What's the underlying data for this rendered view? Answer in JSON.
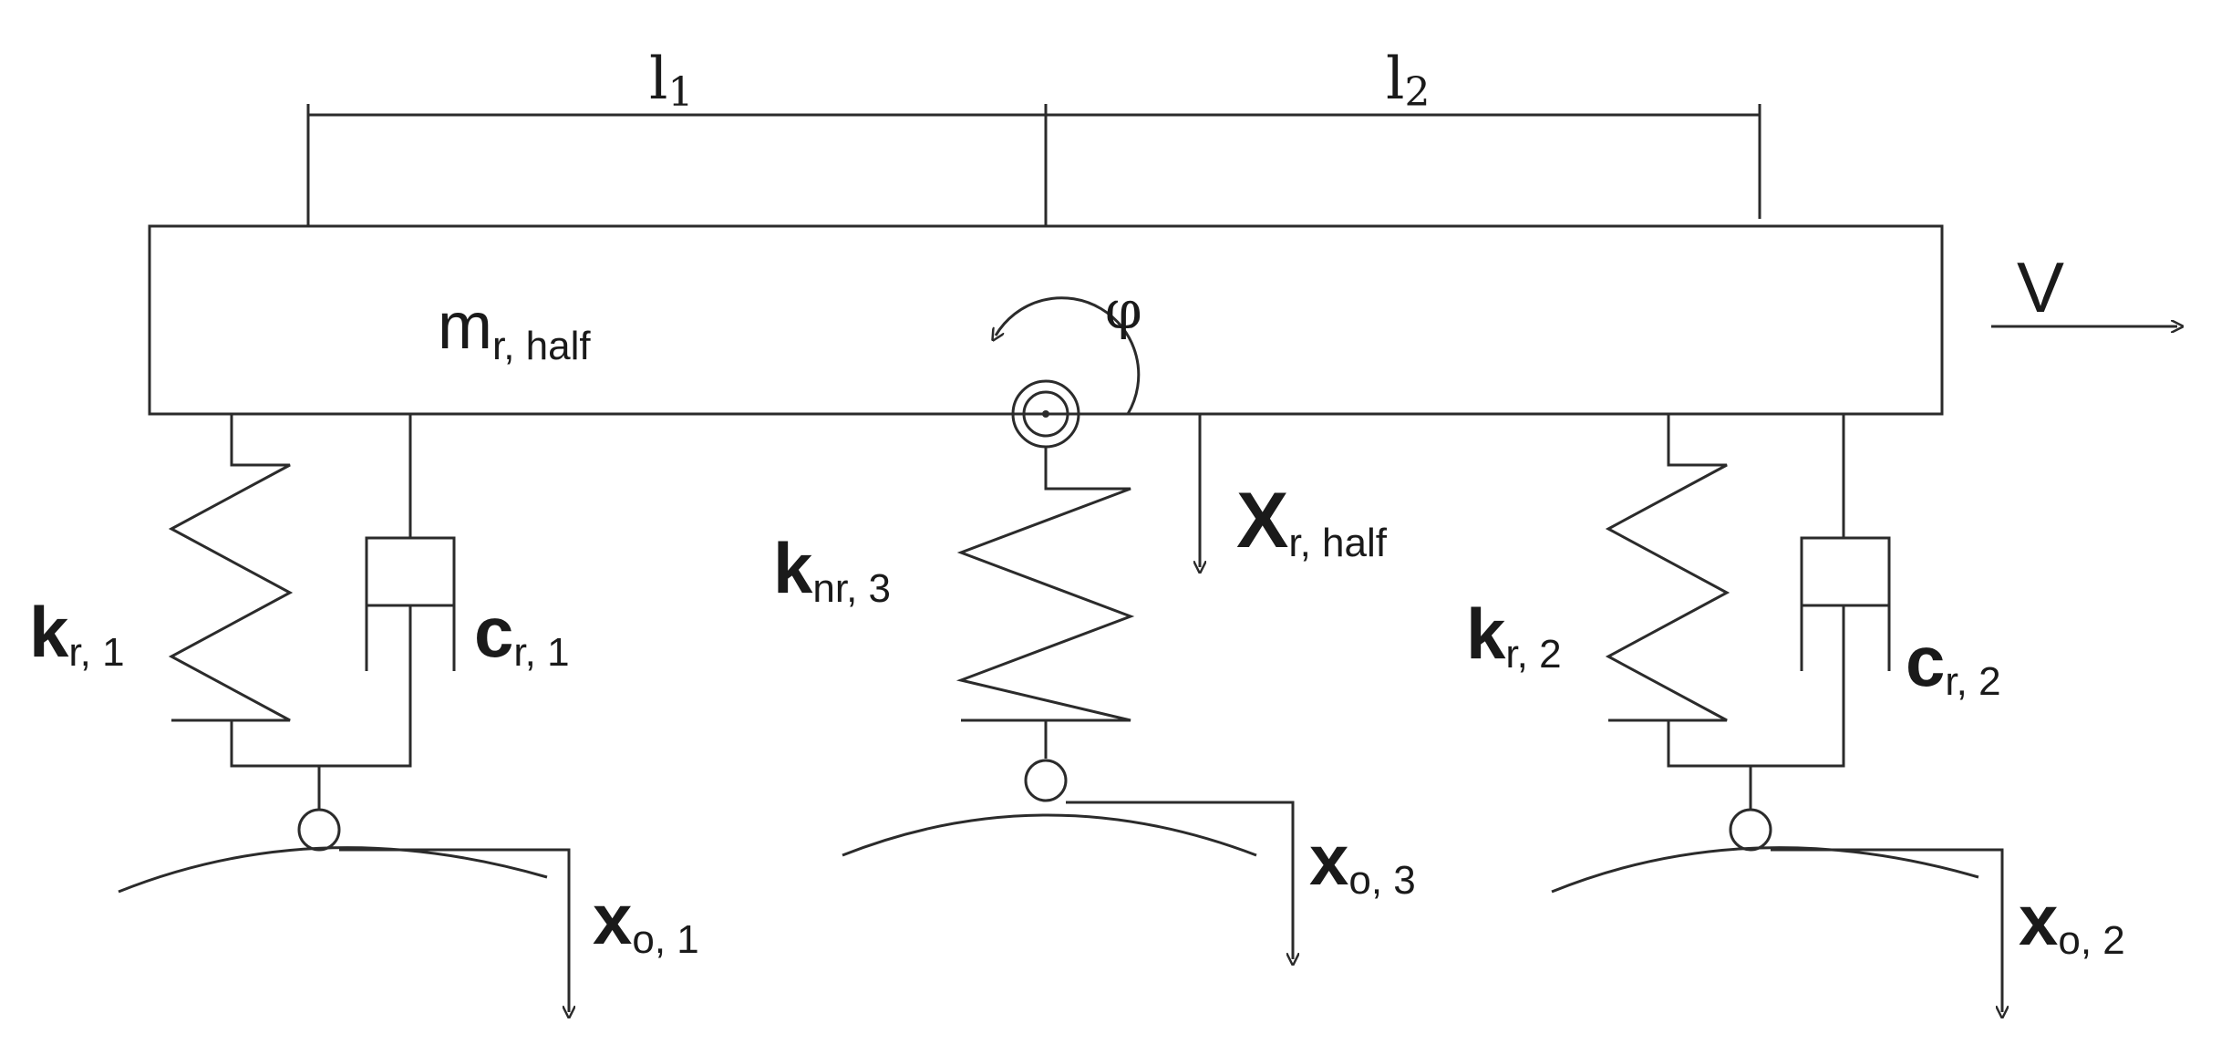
{
  "dimensions": {
    "l1": {
      "main": "l",
      "sub": "1"
    },
    "l2": {
      "main": "l",
      "sub": "2"
    }
  },
  "body": {
    "mass": {
      "main": "m",
      "sub": "r, half"
    },
    "rotation": "φ",
    "displacement": {
      "main": "X",
      "sub": "r, half"
    },
    "velocity": "V"
  },
  "left_support": {
    "spring": {
      "main": "k",
      "sub": "r, 1"
    },
    "damper": {
      "main": "c",
      "sub": "r, 1"
    },
    "road": {
      "main": "x",
      "sub": "o, 1"
    }
  },
  "middle_support": {
    "spring": {
      "main": "k",
      "sub": "nr, 3"
    },
    "road": {
      "main": "x",
      "sub": "o, 3"
    }
  },
  "right_support": {
    "spring": {
      "main": "k",
      "sub": "r, 2"
    },
    "damper": {
      "main": "c",
      "sub": "r, 2"
    },
    "road": {
      "main": "x",
      "sub": "o, 2"
    }
  }
}
